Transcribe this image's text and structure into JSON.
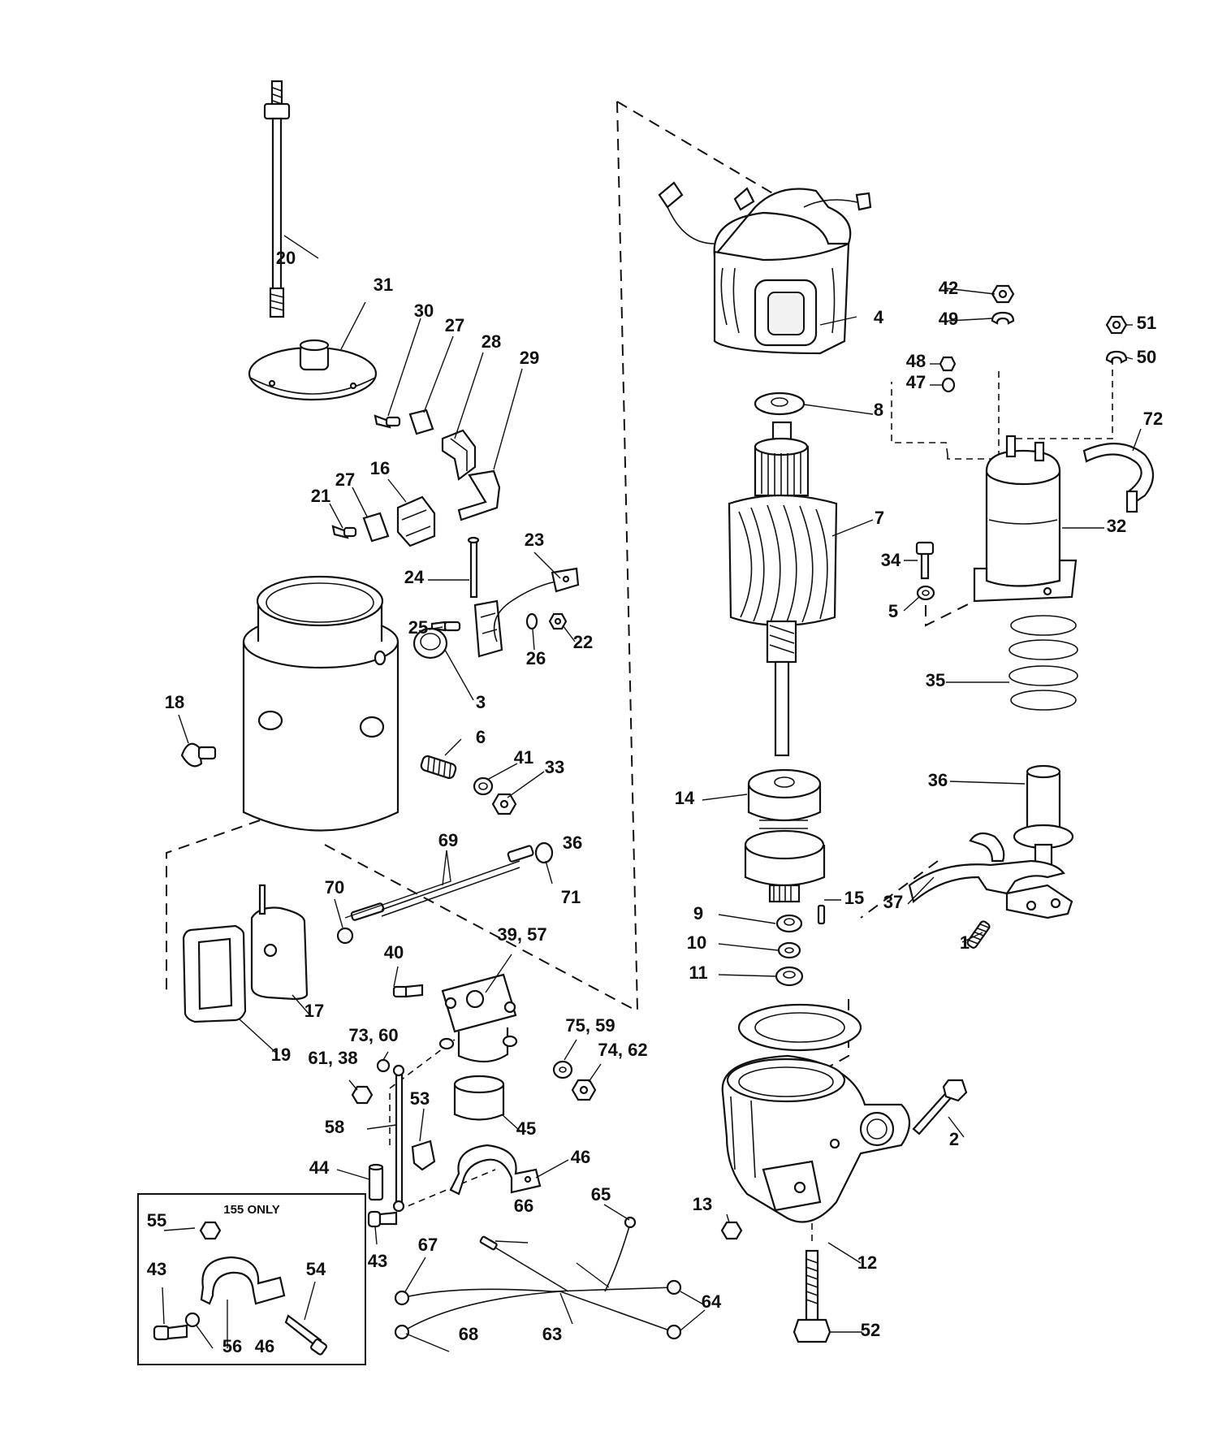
{
  "diagram": {
    "inset_label": "155 ONLY",
    "callouts": [
      "1",
      "2",
      "3",
      "4",
      "5",
      "6",
      "7",
      "8",
      "9",
      "10",
      "11",
      "12",
      "13",
      "14",
      "15",
      "16",
      "17",
      "18",
      "19",
      "20",
      "21",
      "22",
      "23",
      "24",
      "25",
      "26",
      "27",
      "28",
      "29",
      "30",
      "31",
      "32",
      "33",
      "34",
      "35",
      "36",
      "37",
      "39, 57",
      "40",
      "41",
      "42",
      "43",
      "44",
      "45",
      "46",
      "47",
      "48",
      "49",
      "50",
      "51",
      "52",
      "53",
      "54",
      "55",
      "56",
      "58",
      "61, 38",
      "63",
      "64",
      "65",
      "66",
      "67",
      "68",
      "69",
      "70",
      "71",
      "72",
      "73, 60",
      "74, 62",
      "75, 59"
    ]
  }
}
